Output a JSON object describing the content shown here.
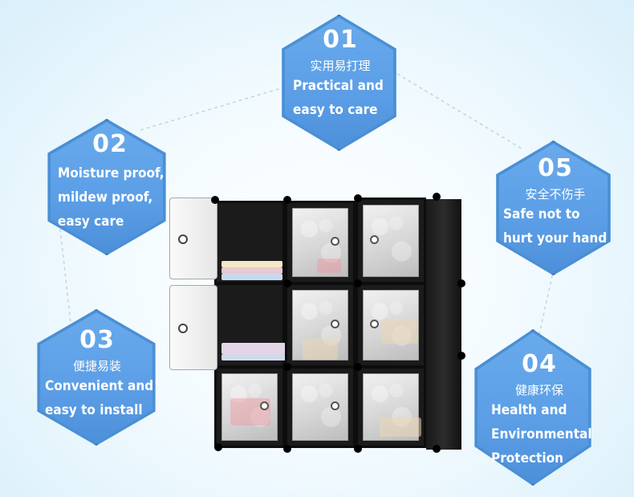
{
  "features": [
    {
      "number": "01",
      "chinese": "实用易打理",
      "english": [
        "Practical and",
        "easy to care"
      ]
    },
    {
      "number": "02",
      "chinese": "",
      "english": [
        "Moisture proof,",
        "mildew proof,",
        "easy care"
      ]
    },
    {
      "number": "03",
      "chinese": "便捷易装",
      "english": [
        "Convenient and",
        "easy to install"
      ]
    },
    {
      "number": "04",
      "chinese": "健康环保",
      "english": [
        "Health and",
        "Environmental",
        "Protection"
      ]
    },
    {
      "number": "05",
      "chinese": "安全不伤手",
      "english": [
        "Safe not to",
        "hurt your hand"
      ]
    }
  ],
  "colors": {
    "hexagon_fill": "#5b9ee6",
    "hexagon_border": "#2e70b5",
    "text": "#ffffff",
    "background": "#e6f5fc",
    "connector_lines": "#c6d3dc"
  },
  "product_image": "plastic storage cube cabinet, 3x3, black frame with frosted patterned doors"
}
